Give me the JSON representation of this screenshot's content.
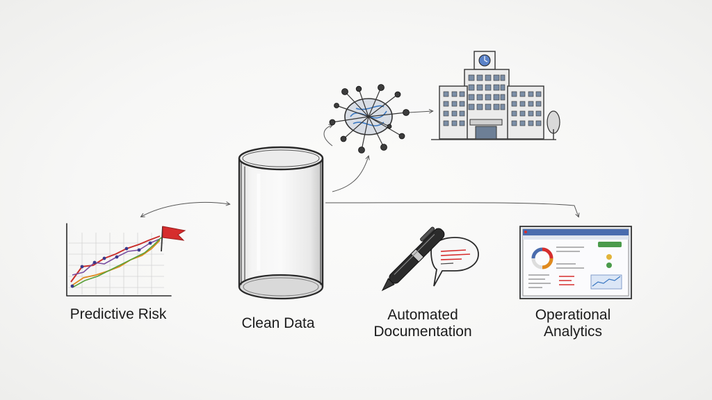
{
  "nodes": {
    "predictive_risk": {
      "label": "Predictive Risk"
    },
    "clean_data": {
      "label": "Clean Data"
    },
    "automated_documentation": {
      "label_line1": "Automated",
      "label_line2": "Documentation"
    },
    "operational_analytics": {
      "label_line1": "Operational",
      "label_line2": "Analytics"
    }
  },
  "icons": {
    "chart": "line-chart-with-flag-icon",
    "cylinder": "database-cylinder-icon",
    "network": "neural-network-brain-icon",
    "building": "hospital-building-icon",
    "pen": "pen-and-speech-bubble-icon",
    "dashboard": "analytics-dashboard-icon"
  },
  "colors": {
    "ink": "#2a2a2a",
    "flag": "#d62d2d",
    "series_red": "#c9302c",
    "series_orange": "#e08a1e",
    "series_green": "#5aa13a",
    "series_purple": "#7a4fa0",
    "network_blue": "#3a78c2"
  }
}
